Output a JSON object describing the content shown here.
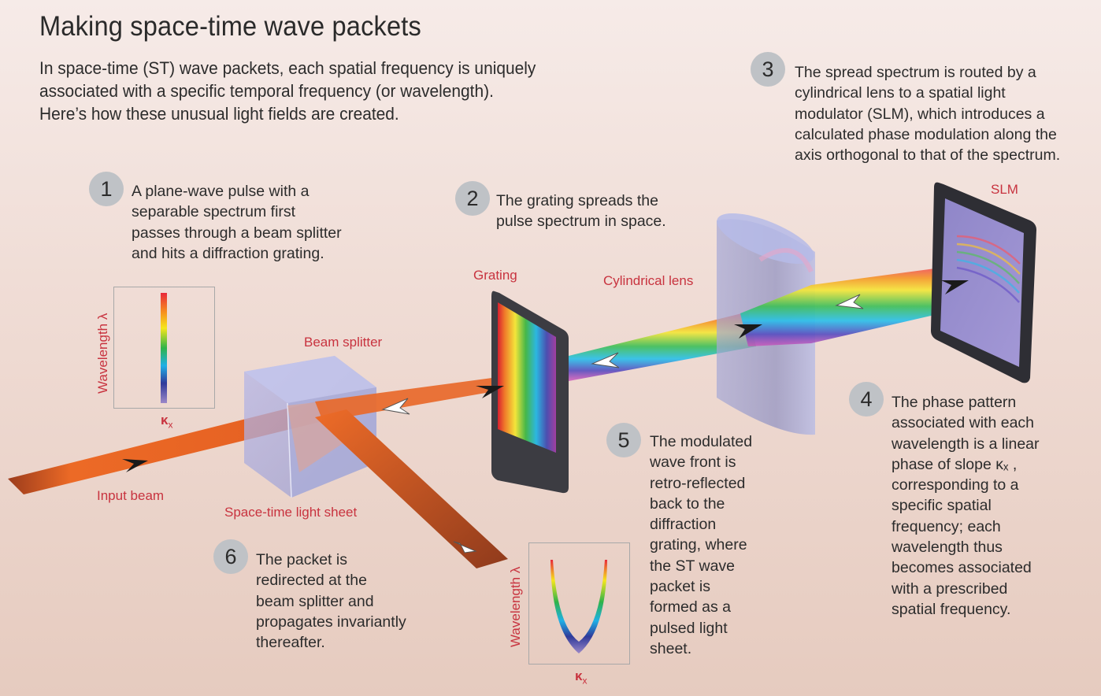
{
  "header": {
    "title": "Making space-time wave packets",
    "intro_lines": [
      "In space-time (ST) wave packets, each spatial frequency is uniquely",
      "associated with a specific temporal frequency (or wavelength).",
      "Here’s how these unusual light fields are created."
    ]
  },
  "steps": [
    {
      "number": "1",
      "lines": [
        "A plane-wave pulse with a",
        "separable spectrum first",
        "passes through a beam splitter",
        "and hits a diffraction grating."
      ]
    },
    {
      "number": "2",
      "lines": [
        "The grating spreads the",
        "pulse spectrum in space."
      ]
    },
    {
      "number": "3",
      "lines": [
        "The spread spectrum is routed by a",
        "cylindrical lens to a spatial light",
        "modulator (SLM), which introduces a",
        "calculated phase modulation along the",
        "axis orthogonal to that of the spectrum."
      ]
    },
    {
      "number": "4",
      "lines": [
        "The phase pattern",
        "associated with each",
        "wavelength is a linear",
        "phase of slope κₓ ,",
        "corresponding to a",
        "specific spatial",
        "frequency; each",
        "wavelength thus",
        "becomes associated",
        "with a prescribed",
        "spatial frequency."
      ]
    },
    {
      "number": "5",
      "lines": [
        "The modulated",
        "wave front is",
        "retro-reflected",
        "back to the",
        "diffraction",
        "grating, where",
        "the ST wave",
        "packet is",
        "formed as a",
        "pulsed light",
        "sheet."
      ]
    },
    {
      "number": "6",
      "lines": [
        "The packet is",
        "redirected at the",
        "beam splitter and",
        "propagates invariantly",
        "thereafter."
      ]
    }
  ],
  "component_labels": {
    "grating": "Grating",
    "cylindrical_lens": "Cylindrical lens",
    "slm": "SLM",
    "beam_splitter": "Beam splitter",
    "input_beam": "Input beam",
    "st_light_sheet": "Space-time light sheet"
  },
  "insets": {
    "input_spectrum": {
      "ylabel": "Wavelength λ",
      "xlabel": "κ",
      "xlabel_sub": "x",
      "shape": "vertical-line"
    },
    "st_spectrum": {
      "ylabel": "Wavelength λ",
      "xlabel": "κ",
      "xlabel_sub": "x",
      "shape": "parabola"
    }
  },
  "colors": {
    "label_red": "#c8333f",
    "beam_orange": "#ec6a26",
    "step_badge": "#bfc2c6",
    "background_top": "#f6ebe8",
    "background_bottom": "#e6cbbf"
  }
}
